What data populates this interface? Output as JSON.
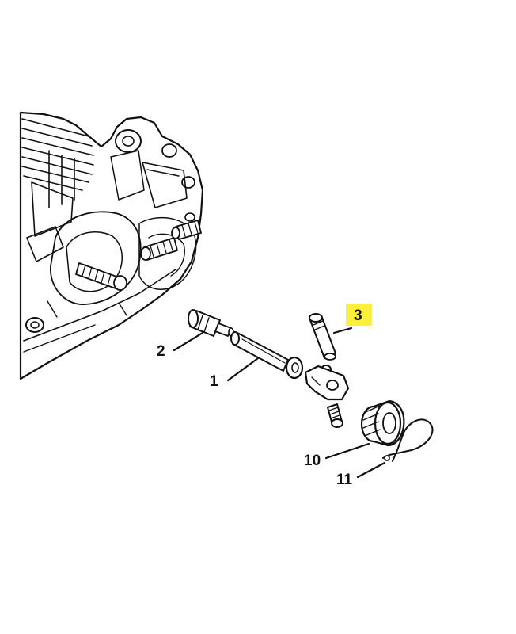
{
  "highlight_color": "#fdf03a",
  "callouts": {
    "part_1": "1",
    "part_2": "2",
    "part_3": "3",
    "part_10": "10",
    "part_11": "11"
  }
}
